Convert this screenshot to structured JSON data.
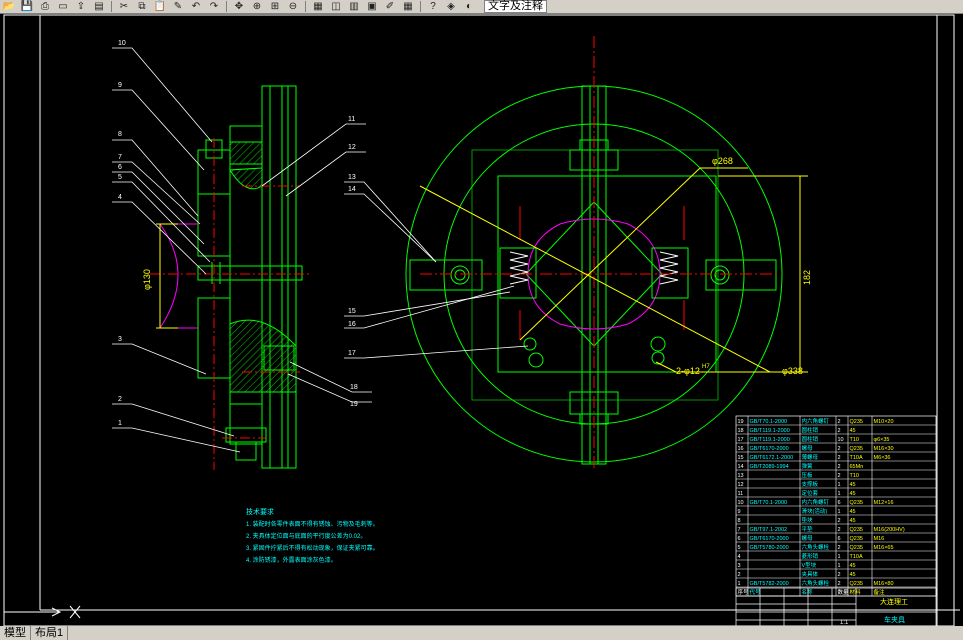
{
  "toolbar": {
    "buttons": [
      "open-icon",
      "save-icon",
      "print-icon",
      "preview-icon",
      "publish-icon",
      "plot-icon",
      "cut-icon",
      "copy-icon",
      "paste-icon",
      "matchprop-icon",
      "undo-icon",
      "redo-icon",
      "pan-icon",
      "zoom-realtime-icon",
      "zoom-window-icon",
      "zoom-previous-icon",
      "properties-icon",
      "designcenter-icon",
      "toolpalettes-icon",
      "sheetset-icon",
      "markup-icon",
      "calc-icon",
      "help-icon",
      "layer-manager-icon",
      "layer-state-icon"
    ],
    "layer_name": "文字及注释"
  },
  "drawing": {
    "side_callouts": [
      "10",
      "9",
      "8",
      "7",
      "6",
      "5",
      "4",
      "3",
      "2",
      "1",
      "11",
      "12",
      "13",
      "14",
      "15",
      "16",
      "17",
      "18",
      "19"
    ],
    "dims": {
      "d130": "φ130",
      "d268": "φ268",
      "d338": "φ338",
      "h182": "182",
      "holes": "2-φ12",
      "holes_tol": "H7"
    },
    "notes_title": "技术要求",
    "notes": [
      "1. 装配时各零件表面不得有锈蚀、污物及毛刺等。",
      "2. 夹具体定位面与底面的平行度公差为0.02。",
      "3. 紧固件拧紧后不得有松动现象，保证夹紧可靠。",
      "4. 涂防锈漆，外露表面涂灰色漆。"
    ],
    "bom": [
      [
        "19",
        "GB/T70.1-2000",
        "内六角螺钉",
        "2",
        "Q235",
        "M10×20"
      ],
      [
        "18",
        "GB/T119.1-2000",
        "圆柱销",
        "2",
        "45",
        ""
      ],
      [
        "17",
        "GB/T119.1-2000",
        "圆柱销",
        "10",
        "T10",
        "φ6×35"
      ],
      [
        "16",
        "GB/T6170-2000",
        "螺母",
        "2",
        "Q235",
        "M16×30"
      ],
      [
        "15",
        "GB/T6172.1-2000",
        "薄螺母",
        "2",
        "T10A",
        "M6×36"
      ],
      [
        "14",
        "GB/T2089-1994",
        "弹簧",
        "2",
        "65Mn",
        ""
      ],
      [
        "13",
        "",
        "压板",
        "2",
        "T10",
        ""
      ],
      [
        "12",
        "",
        "支撑板",
        "1",
        "45",
        ""
      ],
      [
        "11",
        "",
        "定位套",
        "1",
        "45",
        ""
      ],
      [
        "10",
        "GB/T70.1-2000",
        "内六角螺钉",
        "6",
        "Q235",
        "M12×16"
      ],
      [
        "9",
        "",
        "滑块(活动)",
        "1",
        "45",
        ""
      ],
      [
        "8",
        "",
        "垫块",
        "2",
        "45",
        ""
      ],
      [
        "7",
        "GB/T97.1-2002",
        "平垫",
        "2",
        "Q235",
        "M16(200HV)"
      ],
      [
        "6",
        "GB/T6170-2000",
        "螺母",
        "6",
        "Q235",
        "M16"
      ],
      [
        "5",
        "GB/T5780-2000",
        "六角头螺栓",
        "2",
        "Q235",
        "M16×65"
      ],
      [
        "4",
        "",
        "菱形销",
        "1",
        "T10A",
        ""
      ],
      [
        "3",
        "",
        "V型块",
        "1",
        "45",
        ""
      ],
      [
        "2",
        "",
        "夹具体",
        "2",
        "45",
        ""
      ],
      [
        "1",
        "GB/T5782-2000",
        "六角头螺栓",
        "2",
        "Q235",
        "M16×80"
      ]
    ],
    "bom_header": [
      "序号",
      "代号",
      "名称",
      "数量",
      "材料",
      "备注"
    ],
    "title_block": {
      "company": "大连理工",
      "drawing_name": "车夹具",
      "scale_label": "1:1"
    }
  },
  "layout_tabs": [
    "模型",
    "布局1"
  ]
}
